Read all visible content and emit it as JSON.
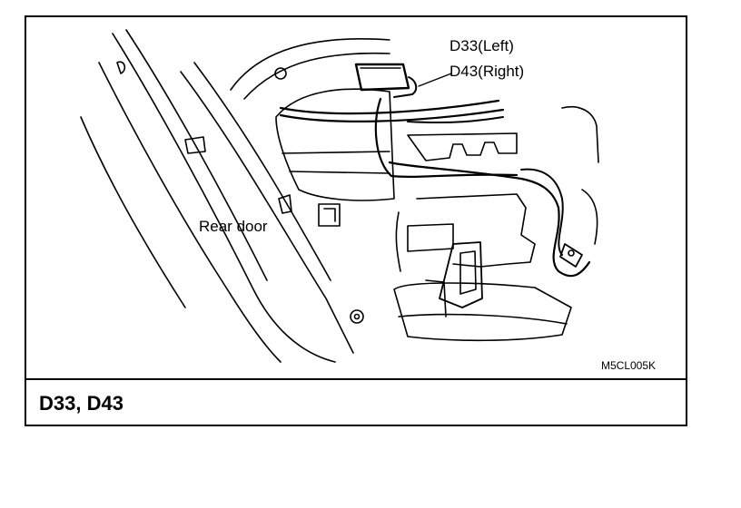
{
  "labels": {
    "connector_left": "D33(Left)",
    "connector_right": "D43(Right)",
    "rear_door": "Rear door",
    "figure_code": "M5CL005K"
  },
  "caption": "D33, D43",
  "colors": {
    "line": "#000000",
    "background": "#ffffff"
  }
}
